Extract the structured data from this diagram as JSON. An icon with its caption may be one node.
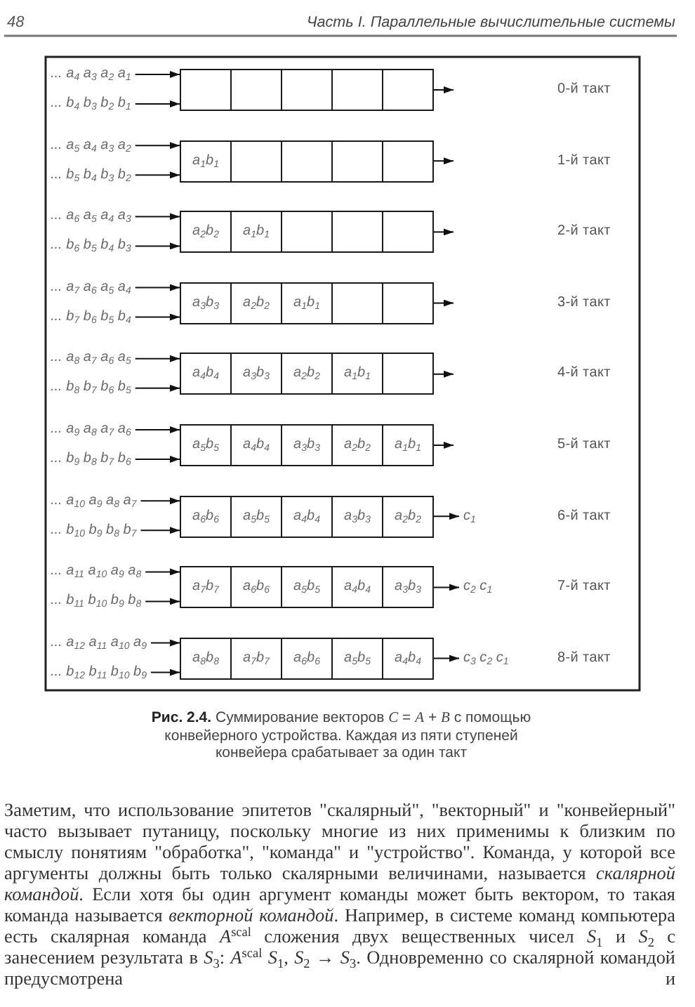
{
  "diagram": {
    "caption": "**Рис. 2.4.** Суммирование векторов *C* = *A* + *B* с помощью конвейерного устройства. Каждая из пяти ступеней конвейера срабатывает за один такт",
    "nodes": [
      {
        "text": [
          "... a$_{4}$ a$_{3}$ a$_{2}$ a$_{1}$"
        ]
      },
      {
        "text": [
          "... b$_{4}$ b$_{3}$ b$_{2}$ b$_{1}$"
        ]
      },
      {
        "text": [],
        "shape": "box"
      },
      {
        "text": [],
        "shape": "box"
      },
      {
        "text": [],
        "shape": "box"
      },
      {
        "text": [],
        "shape": "box"
      },
      {
        "text": [],
        "shape": "box"
      },
      {
        "text": [
          "... a$_{5}$ a$_{4}$ a$_{3}$ a$_{2}$"
        ]
      },
      {
        "text": [
          "... b$_{5}$ b$_{4}$ b$_{3}$ b$_{2}$"
        ]
      },
      {
        "text": [
          "a$_{1}$b$_{1}$"
        ]
      },
      {
        "text": [],
        "shape": "box"
      },
      {
        "text": [],
        "shape": "box"
      },
      {
        "text": [],
        "shape": "box"
      },
      {
        "text": [],
        "shape": "box"
      },
      {
        "text": [
          "... a$_{6}$ a$_{5}$ a$_{4}$ a$_{3}$"
        ]
      },
      {
        "text": [
          "... b$_{6}$ b$_{5}$ b$_{4}$ b$_{3}$"
        ]
      },
      {
        "text": [
          "a$_{2}$b$_{2}$"
        ]
      },
      {
        "text": [
          "a$_{1}$b$_{1}$"
        ]
      },
      {
        "text": [],
        "shape": "box"
      },
      {
        "text": [],
        "shape": "box"
      },
      {
        "text": [],
        "shape": "box"
      },
      {
        "text": [
          "... a$_{7}$ a$_{6}$ a$_{5}$ a$_{4}$"
        ]
      },
      {
        "text": [
          "... b$_{7}$ b$_{6}$ b$_{5}$ b$_{4}$"
        ]
      },
      {
        "text": [
          "a$_{3}$b$_{3}$"
        ]
      },
      {
        "text": [
          "a$_{2}$b$_{2}$"
        ]
      },
      {
        "text": [
          "a$_{1}$b$_{1}$"
        ]
      },
      {
        "text": [],
        "shape": "box"
      },
      {
        "text": [],
        "shape": "box"
      },
      {
        "text": [
          "... a$_{8}$ a$_{7}$ a$_{6}$ a$_{5}$"
        ]
      },
      {
        "text": [
          "... b$_{8}$ b$_{7}$ b$_{6}$ b$_{5}$"
        ]
      },
      {
        "text": [
          "a$_{4}$b$_{4}$"
        ]
      },
      {
        "text": [
          "a$_{3}$b$_{3}$"
        ]
      },
      {
        "text": [
          "a$_{2}$b$_{2}$"
        ]
      },
      {
        "text": [
          "a$_{1}$b$_{1}$"
        ]
      },
      {
        "text": [],
        "shape": "box"
      },
      {
        "text": [
          "... a$_{9}$ a$_{8}$ a$_{7}$ a$_{6}$"
        ]
      },
      {
        "text": [
          "... b$_{9}$ b$_{8}$ b$_{7}$ b$_{6}$"
        ]
      },
      {
        "text": [
          "a$_{5}$b$_{5}$"
        ]
      },
      {
        "text": [
          "a$_{4}$b$_{4}$"
        ]
      },
      {
        "text": [
          "a$_{3}$b$_{3}$"
        ]
      },
      {
        "text": [
          "a$_{2}$b$_{2}$"
        ]
      },
      {
        "text": [
          "a$_{1}$b$_{1}$"
        ]
      },
      {
        "text": [
          "... a$_{10}$ a$_{9}$ a$_{8}$ a$_{7}$"
        ]
      },
      {
        "text": [
          "... b$_{10}$ b$_{9}$ b$_{8}$ b$_{7}$"
        ]
      },
      {
        "text": [
          "a$_{6}$b$_{6}$"
        ]
      },
      {
        "text": [
          "a$_{5}$b$_{5}$"
        ]
      },
      {
        "text": [
          "a$_{4}$b$_{4}$"
        ]
      },
      {
        "text": [
          "a$_{3}$b$_{3}$"
        ]
      },
      {
        "text": [
          "a$_{2}$b$_{2}$"
        ]
      },
      {
        "text": [
          "c$_{1}$"
        ]
      },
      {
        "text": [
          "... a$_{11}$ a$_{10}$ a$_{9}$ a$_{8}$"
        ]
      },
      {
        "text": [
          "... b$_{11}$ b$_{10}$ b$_{9}$ b$_{8}$"
        ]
      },
      {
        "text": [
          "a$_{7}$b$_{7}$"
        ]
      },
      {
        "text": [
          "a$_{6}$b$_{6}$"
        ]
      },
      {
        "text": [
          "a$_{5}$b$_{5}$"
        ]
      },
      {
        "text": [
          "a$_{4}$b$_{4}$"
        ]
      },
      {
        "text": [
          "a$_{3}$b$_{3}$"
        ]
      },
      {
        "text": [
          "c$_{2}$ c$_{1}$"
        ]
      },
      {
        "text": [
          "... a$_{12}$ a$_{11}$ a$_{10}$ a$_{9}$"
        ]
      },
      {
        "text": [
          "... b$_{12}$ b$_{11}$ b$_{10}$ b$_{9}$"
        ]
      },
      {
        "text": [
          "a$_{8}$b$_{8}$"
        ]
      },
      {
        "text": [
          "a$_{7}$b$_{7}$"
        ]
      },
      {
        "text": [
          "a$_{6}$b$_{6}$"
        ]
      },
      {
        "text": [
          "a$_{5}$b$_{5}$"
        ]
      },
      {
        "text": [
          "a$_{4}$b$_{4}$"
        ]
      },
      {
        "text": [
          "c$_{3}$ c$_{2}$ c$_{1}$"
        ]
      }
    ],
    "edges": [
      {
        "from": 0,
        "to": 2,
        "arrow": "to"
      },
      {
        "from": 1,
        "to": 2,
        "arrow": "to"
      },
      {
        "from": 6,
        "to": null,
        "arrow": "to"
      },
      {
        "from": 7,
        "to": 9,
        "arrow": "to"
      },
      {
        "from": 8,
        "to": 9,
        "arrow": "to"
      },
      {
        "from": 13,
        "to": null,
        "arrow": "to"
      },
      {
        "from": 14,
        "to": 16,
        "arrow": "to"
      },
      {
        "from": 15,
        "to": 16,
        "arrow": "to"
      },
      {
        "from": 20,
        "to": null,
        "arrow": "to"
      },
      {
        "from": 21,
        "to": 23,
        "arrow": "to"
      },
      {
        "from": 22,
        "to": 23,
        "arrow": "to"
      },
      {
        "from": 27,
        "to": null,
        "arrow": "to"
      },
      {
        "from": 28,
        "to": 30,
        "arrow": "to"
      },
      {
        "from": 29,
        "to": 30,
        "arrow": "to"
      },
      {
        "from": 34,
        "to": null,
        "arrow": "to"
      },
      {
        "from": 35,
        "to": 37,
        "arrow": "to"
      },
      {
        "from": 36,
        "to": 37,
        "arrow": "to"
      },
      {
        "from": 41,
        "to": null,
        "arrow": "to"
      },
      {
        "from": 42,
        "to": 44,
        "arrow": "to"
      },
      {
        "from": 43,
        "to": 44,
        "arrow": "to"
      },
      {
        "from": 48,
        "to": 49,
        "arrow": "to"
      },
      {
        "from": 50,
        "to": 52,
        "arrow": "to"
      },
      {
        "from": 51,
        "to": 52,
        "arrow": "to"
      },
      {
        "from": 56,
        "to": 57,
        "arrow": "to"
      },
      {
        "from": 58,
        "to": 60,
        "arrow": "to"
      },
      {
        "from": 59,
        "to": 60,
        "arrow": "to"
      },
      {
        "from": 64,
        "to": 65,
        "arrow": "to"
      }
    ],
    "labels": [
      "48",
      "Часть I. Параллельные вычислительные системы",
      "0-й такт",
      "1-й такт",
      "2-й такт",
      "3-й такт",
      "4-й такт",
      "5-й такт",
      "6-й такт",
      "7-й такт",
      "8-й такт",
      "Заметим, что использование эпитетов \"скалярный\", \"векторный\" и \"конвейерный\" часто вызывает путаницу, поскольку многие из них применимы к близким по смыслу понятиям \"обработка\", \"команда\" и \"устройство\". Команда, у которой все аргументы должны быть только скалярными величинами, называется *скалярной командой*. Если хотя бы один аргумент команды может быть вектором, то такая команда называется *векторной командой*. Например, в системе команд компьютера есть скалярная команда *A*$^{scal}$ сложения двух вещественных чисел *S*$_{1}$ и *S*$_{2}$ с занесением результата в *S*$_{3}$: *A*$^{scal}$ *S*$_{1}$, *S*$_{2}$ → *S*$_{3}$. Одновременно со скалярной командой предусмотрена и"
    ]
  }
}
